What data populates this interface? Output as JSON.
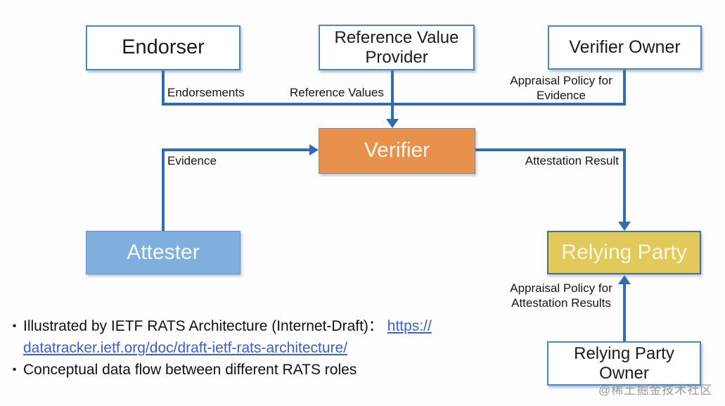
{
  "diagram": {
    "nodes": {
      "endorser": {
        "label": "Endorser"
      },
      "reference_value_provider": {
        "label": "Reference Value Provider"
      },
      "verifier_owner": {
        "label": "Verifier Owner"
      },
      "verifier": {
        "label": "Verifier"
      },
      "attester": {
        "label": "Attester"
      },
      "relying_party": {
        "label": "Relying Party"
      },
      "relying_party_owner": {
        "label": "Relying Party Owner"
      }
    },
    "edge_labels": {
      "endorsements": "Endorsements",
      "reference_values": "Reference Values",
      "appraisal_policy_evidence": "Appraisal Policy for Evidence",
      "evidence": "Evidence",
      "attestation_result": "Attestation Result",
      "appraisal_policy_attestation_results": "Appraisal Policy for Attestation Results"
    },
    "colors": {
      "connector_blue": "#2e6daf",
      "verifier_fill": "#e8914d",
      "attester_fill": "#7fafdc",
      "relying_party_fill": "#e2c95b",
      "white_box_border": "#4a86c6",
      "link_blue": "#3a5fc8"
    }
  },
  "notes": {
    "bullet_glyph": "•",
    "bullet1_text": "Illustrated by IETF RATS Architecture (Internet-Draft)： ",
    "link_line1": "https://",
    "link_line2": "datatracker.ietf.org/doc/draft-ietf-rats-architecture/",
    "link_full": "https://datatracker.ietf.org/doc/draft-ietf-rats-architecture/",
    "bullet2_text": "Conceptual data flow between different RATS roles"
  },
  "watermark": "@稀土掘金技术社区"
}
